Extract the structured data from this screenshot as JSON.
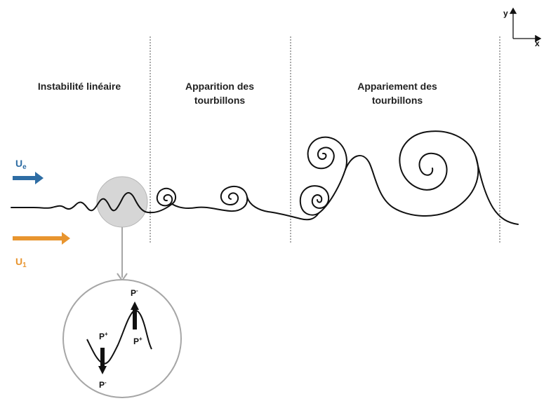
{
  "axes": {
    "y_label": "y",
    "x_label": "x"
  },
  "regions": [
    {
      "line1": "Instabilité linéaire",
      "line2": ""
    },
    {
      "line1": "Apparition des",
      "line2": "tourbillons"
    },
    {
      "line1": "Appariement des",
      "line2": "tourbillons"
    }
  ],
  "flows": {
    "upper": {
      "symbol": "U",
      "subscript": "e",
      "color": "#2e6da4"
    },
    "lower": {
      "symbol": "U",
      "subscript": "1",
      "color": "#e8952f"
    }
  },
  "inset": {
    "top_label": {
      "base": "P",
      "sup": "-"
    },
    "bottom_label": {
      "base": "P",
      "sup": "-"
    },
    "left_label": {
      "base": "P",
      "sup": "+"
    },
    "right_label": {
      "base": "P",
      "sup": "+"
    }
  },
  "colors": {
    "zoom_circle_fill": "#d6d6d6",
    "zoom_line": "#a6a6a6",
    "divider": "#555555",
    "curve": "#111111"
  }
}
